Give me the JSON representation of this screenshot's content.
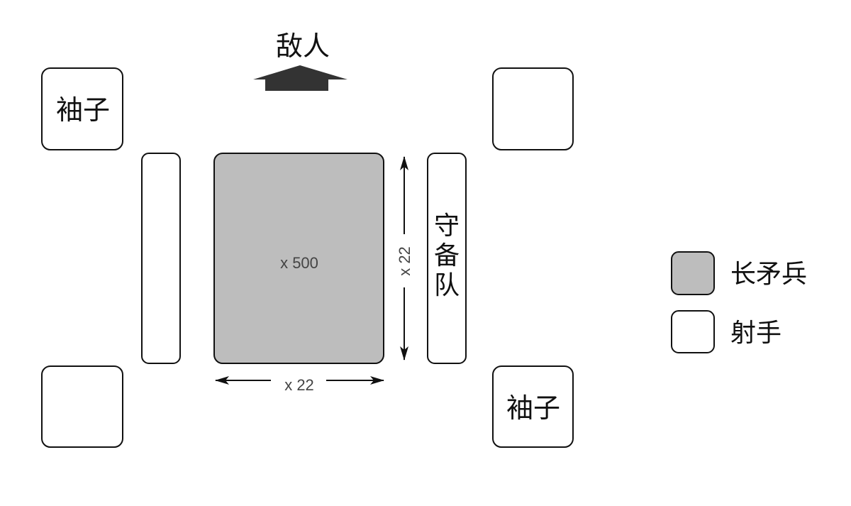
{
  "enemy_label": "敌人",
  "units": {
    "sleeve_top_left": "袖子",
    "sleeve_bottom_right": "袖子",
    "reserve": [
      "守",
      "备",
      "队"
    ],
    "pike_count": "x 500",
    "width_count": "x 22",
    "depth_count": "x 22"
  },
  "legend": [
    {
      "label": "长矛兵",
      "color": "#bdbdbd"
    },
    {
      "label": "射手",
      "color": "#ffffff"
    }
  ],
  "colors": {
    "pike": "#bdbdbd",
    "arrow": "#333333"
  }
}
